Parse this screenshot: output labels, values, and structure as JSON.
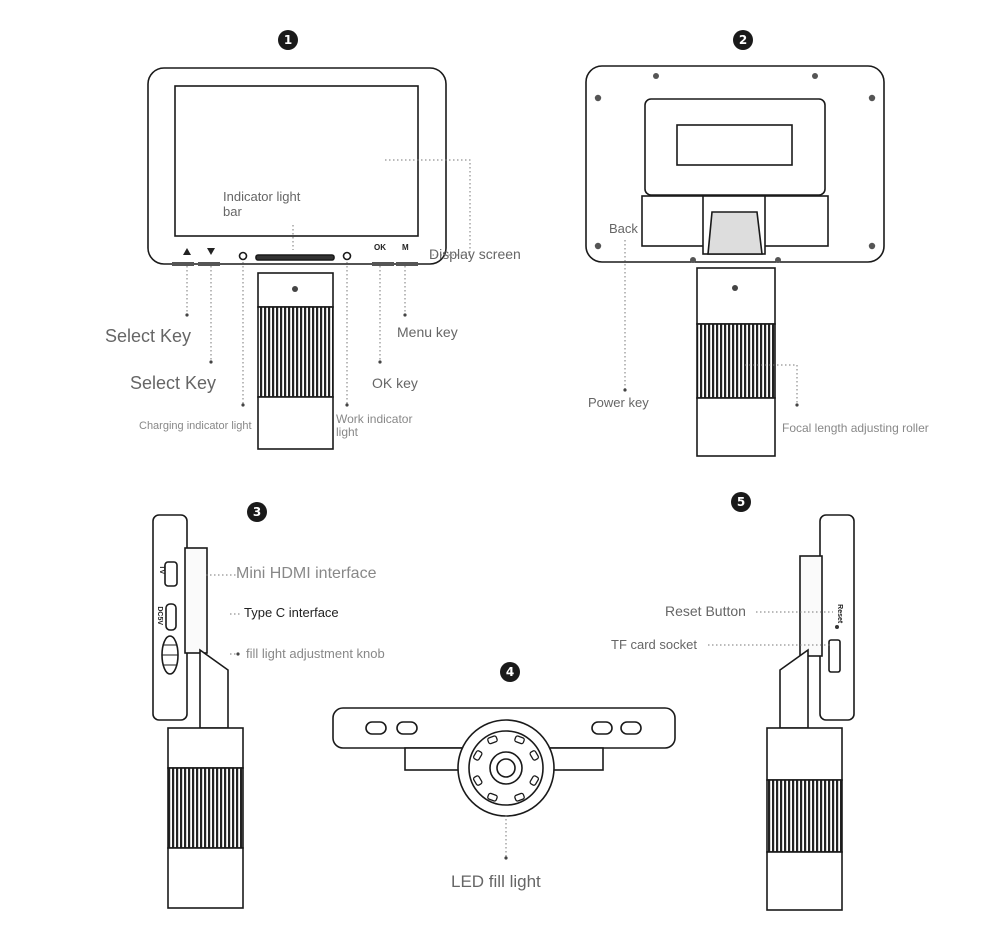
{
  "views": {
    "v1": {
      "number": "1"
    },
    "v2": {
      "number": "2"
    },
    "v3": {
      "number": "3"
    },
    "v4": {
      "number": "4"
    },
    "v5": {
      "number": "5"
    }
  },
  "labels": {
    "indicator_light_bar_line1": "Indicator light",
    "indicator_light_bar_line2": "bar",
    "display_screen": "Display screen",
    "select_key_up": "Select Key",
    "select_key_down": "Select Key",
    "menu_key": "Menu key",
    "ok_key": "OK key",
    "charging_indicator_light": "Charging indicator light",
    "work_indicator_light_line1": "Work indicator",
    "work_indicator_light_line2": "light",
    "back": "Back",
    "power_key": "Power key",
    "focal_length_adjusting_roller": "Focal length adjusting roller",
    "mini_hdmi_interface": "Mini HDMI interface",
    "type_c_interface": "Type C interface",
    "fill_light_adjustment_knob": "fill light adjustment knob",
    "led_fill_light": "LED fill light",
    "reset_button": "Reset Button",
    "tf_card_socket": "TF card socket"
  },
  "device_markings": {
    "ok": "OK",
    "menu": "M",
    "tv": "TV",
    "dc5v": "DC5V",
    "reset": "Reset"
  },
  "colors": {
    "line": "#1a1a1a",
    "leader": "#777777",
    "badge": "#1a1a1a"
  }
}
